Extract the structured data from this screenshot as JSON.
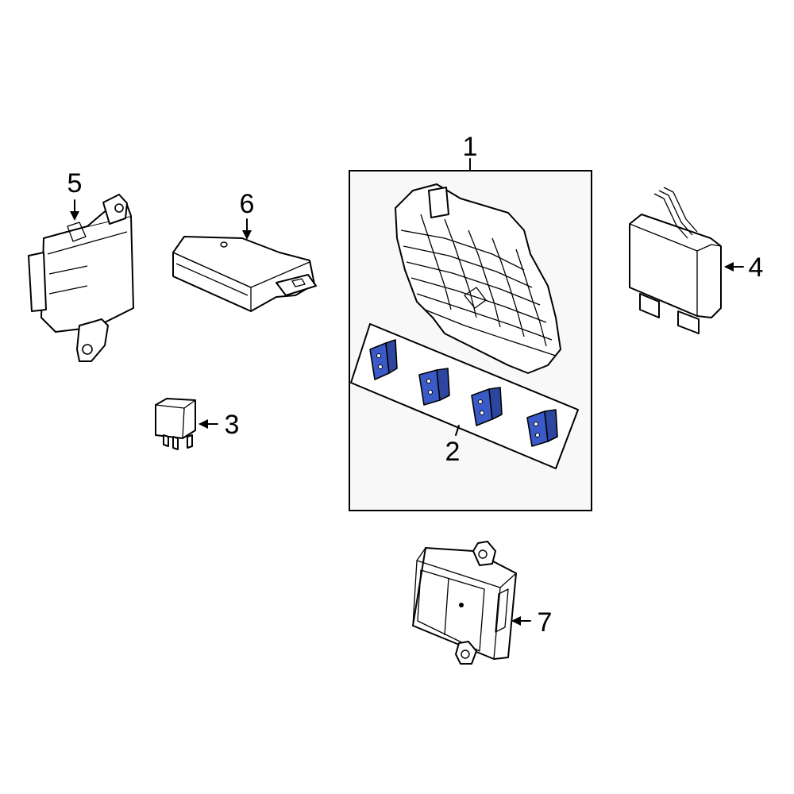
{
  "callouts": {
    "c1": "1",
    "c2": "2",
    "c3": "3",
    "c4": "4",
    "c5": "5",
    "c6": "6",
    "c7": "7"
  },
  "colors": {
    "highlight": "#3a5bc7",
    "group_box_fill": "#f8f8f8",
    "line": "#000000"
  }
}
